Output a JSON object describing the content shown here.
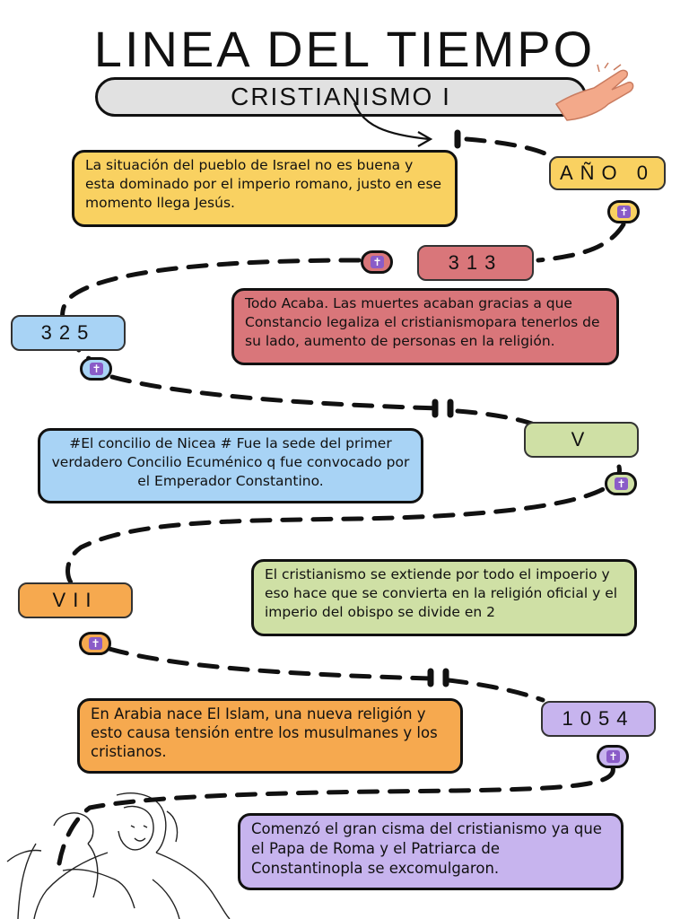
{
  "header": {
    "title": "LINEA DEL TIEMPO",
    "subtitle": "CRISTIANISMO I"
  },
  "colors": {
    "yellow": "#f9d161",
    "red": "#d9767a",
    "blue": "#a8d3f5",
    "green": "#cfe0a5",
    "orange": "#f6a94f",
    "purple": "#c7b4ee",
    "node_purple": "#8a5cc8"
  },
  "markers": [
    {
      "label": "AÑO 0"
    },
    {
      "label": "313"
    },
    {
      "label": "325"
    },
    {
      "label": "V"
    },
    {
      "label": "VII"
    },
    {
      "label": "1054"
    }
  ],
  "events": [
    {
      "text": "La situación del pueblo de Israel no es buena y esta dominado por el imperio romano, justo en ese momento llega Jesús."
    },
    {
      "text": "Todo Acaba. Las muertes acaban gracias a que Constancio legaliza el cristianismopara tenerlos de su lado, aumento de personas en la religión."
    },
    {
      "text": "#El concilio de Nicea # Fue la sede del primer verdadero Concilio Ecuménico q fue convocado por el Emperador Constantino."
    },
    {
      "text": "El cristianismo se extiende por todo el impoerio y eso hace que se convierta en la religión oficial y el imperio del obispo se divide en 2"
    },
    {
      "text": "En Arabia nace El Islam, una nueva religión  y esto causa tensión entre los musulmanes y los cristianos."
    },
    {
      "text": "Comenzó el gran cisma del cristianismo ya que  el Papa de Roma y el Patriarca de Constantinopla se excomulgaron."
    }
  ],
  "icons": {
    "node": "cross-icon",
    "hand": "hand-illustration",
    "figure": "embrace-illustration"
  }
}
